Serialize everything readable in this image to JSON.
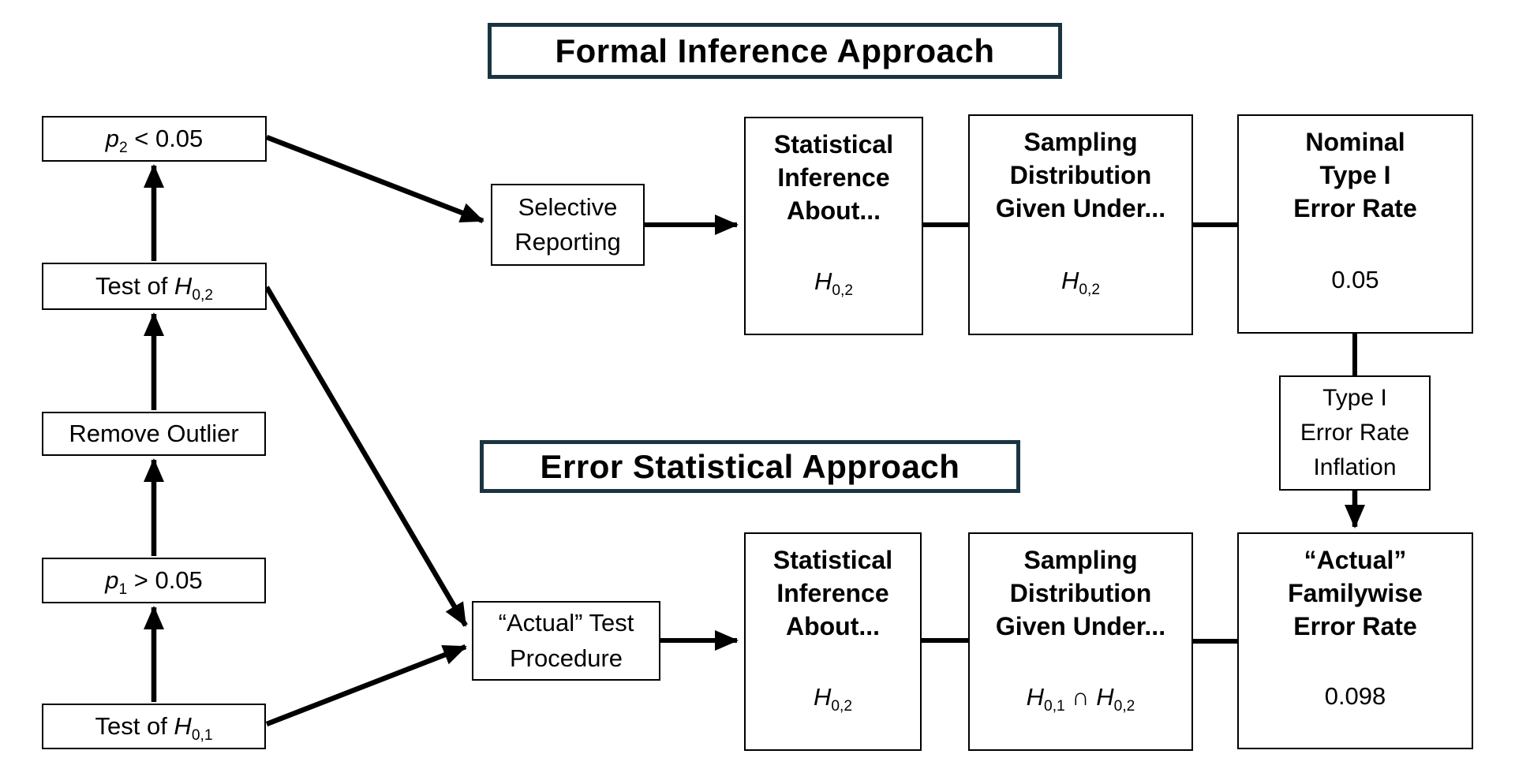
{
  "titles": {
    "formal": "Formal Inference Approach",
    "error_statistical": "Error Statistical Approach"
  },
  "left_column": {
    "p2": {
      "var": "p",
      "sub": "2",
      "suffix": " < 0.05"
    },
    "test_h02": {
      "prefix": "Test of ",
      "var": "H",
      "sub": "0,2"
    },
    "remove_outlier": {
      "label": "Remove Outlier"
    },
    "p1": {
      "var": "p",
      "sub": "1",
      "suffix": " > 0.05"
    },
    "test_h01": {
      "prefix": "Test of ",
      "var": "H",
      "sub": "0,1"
    }
  },
  "mid": {
    "selective_reporting": {
      "line1": "Selective",
      "line2": "Reporting"
    },
    "actual_test_procedure": {
      "line1": "“Actual” Test",
      "line2": "Procedure"
    }
  },
  "formal_row": {
    "stat_inference": {
      "heading": [
        "Statistical",
        "Inference",
        "About..."
      ],
      "formula": {
        "var": "H",
        "sub": "0,2"
      }
    },
    "sampling": {
      "heading": [
        "Sampling",
        "Distribution",
        "Given Under..."
      ],
      "formula": {
        "var": "H",
        "sub": "0,2"
      }
    },
    "nominal": {
      "heading": [
        "Nominal",
        "Type I",
        "Error Rate"
      ],
      "value": "0.05"
    }
  },
  "inflation": {
    "lines": [
      "Type I",
      "Error Rate",
      "Inflation"
    ]
  },
  "error_row": {
    "stat_inference": {
      "heading": [
        "Statistical",
        "Inference",
        "About..."
      ],
      "formula": {
        "var": "H",
        "sub": "0,2"
      }
    },
    "sampling": {
      "heading": [
        "Sampling",
        "Distribution",
        "Given Under..."
      ],
      "formula2": {
        "var1": "H",
        "sub1": "0,1",
        "mid": " ∩ ",
        "var2": "H",
        "sub2": "0,2"
      }
    },
    "familywise": {
      "heading": [
        "“Actual”",
        "Familywise",
        "Error Rate"
      ],
      "value": "0.098"
    }
  },
  "colors": {
    "title_border": "#1a3442",
    "box_border": "#000000",
    "arrow": "#000000",
    "background": "#ffffff"
  }
}
